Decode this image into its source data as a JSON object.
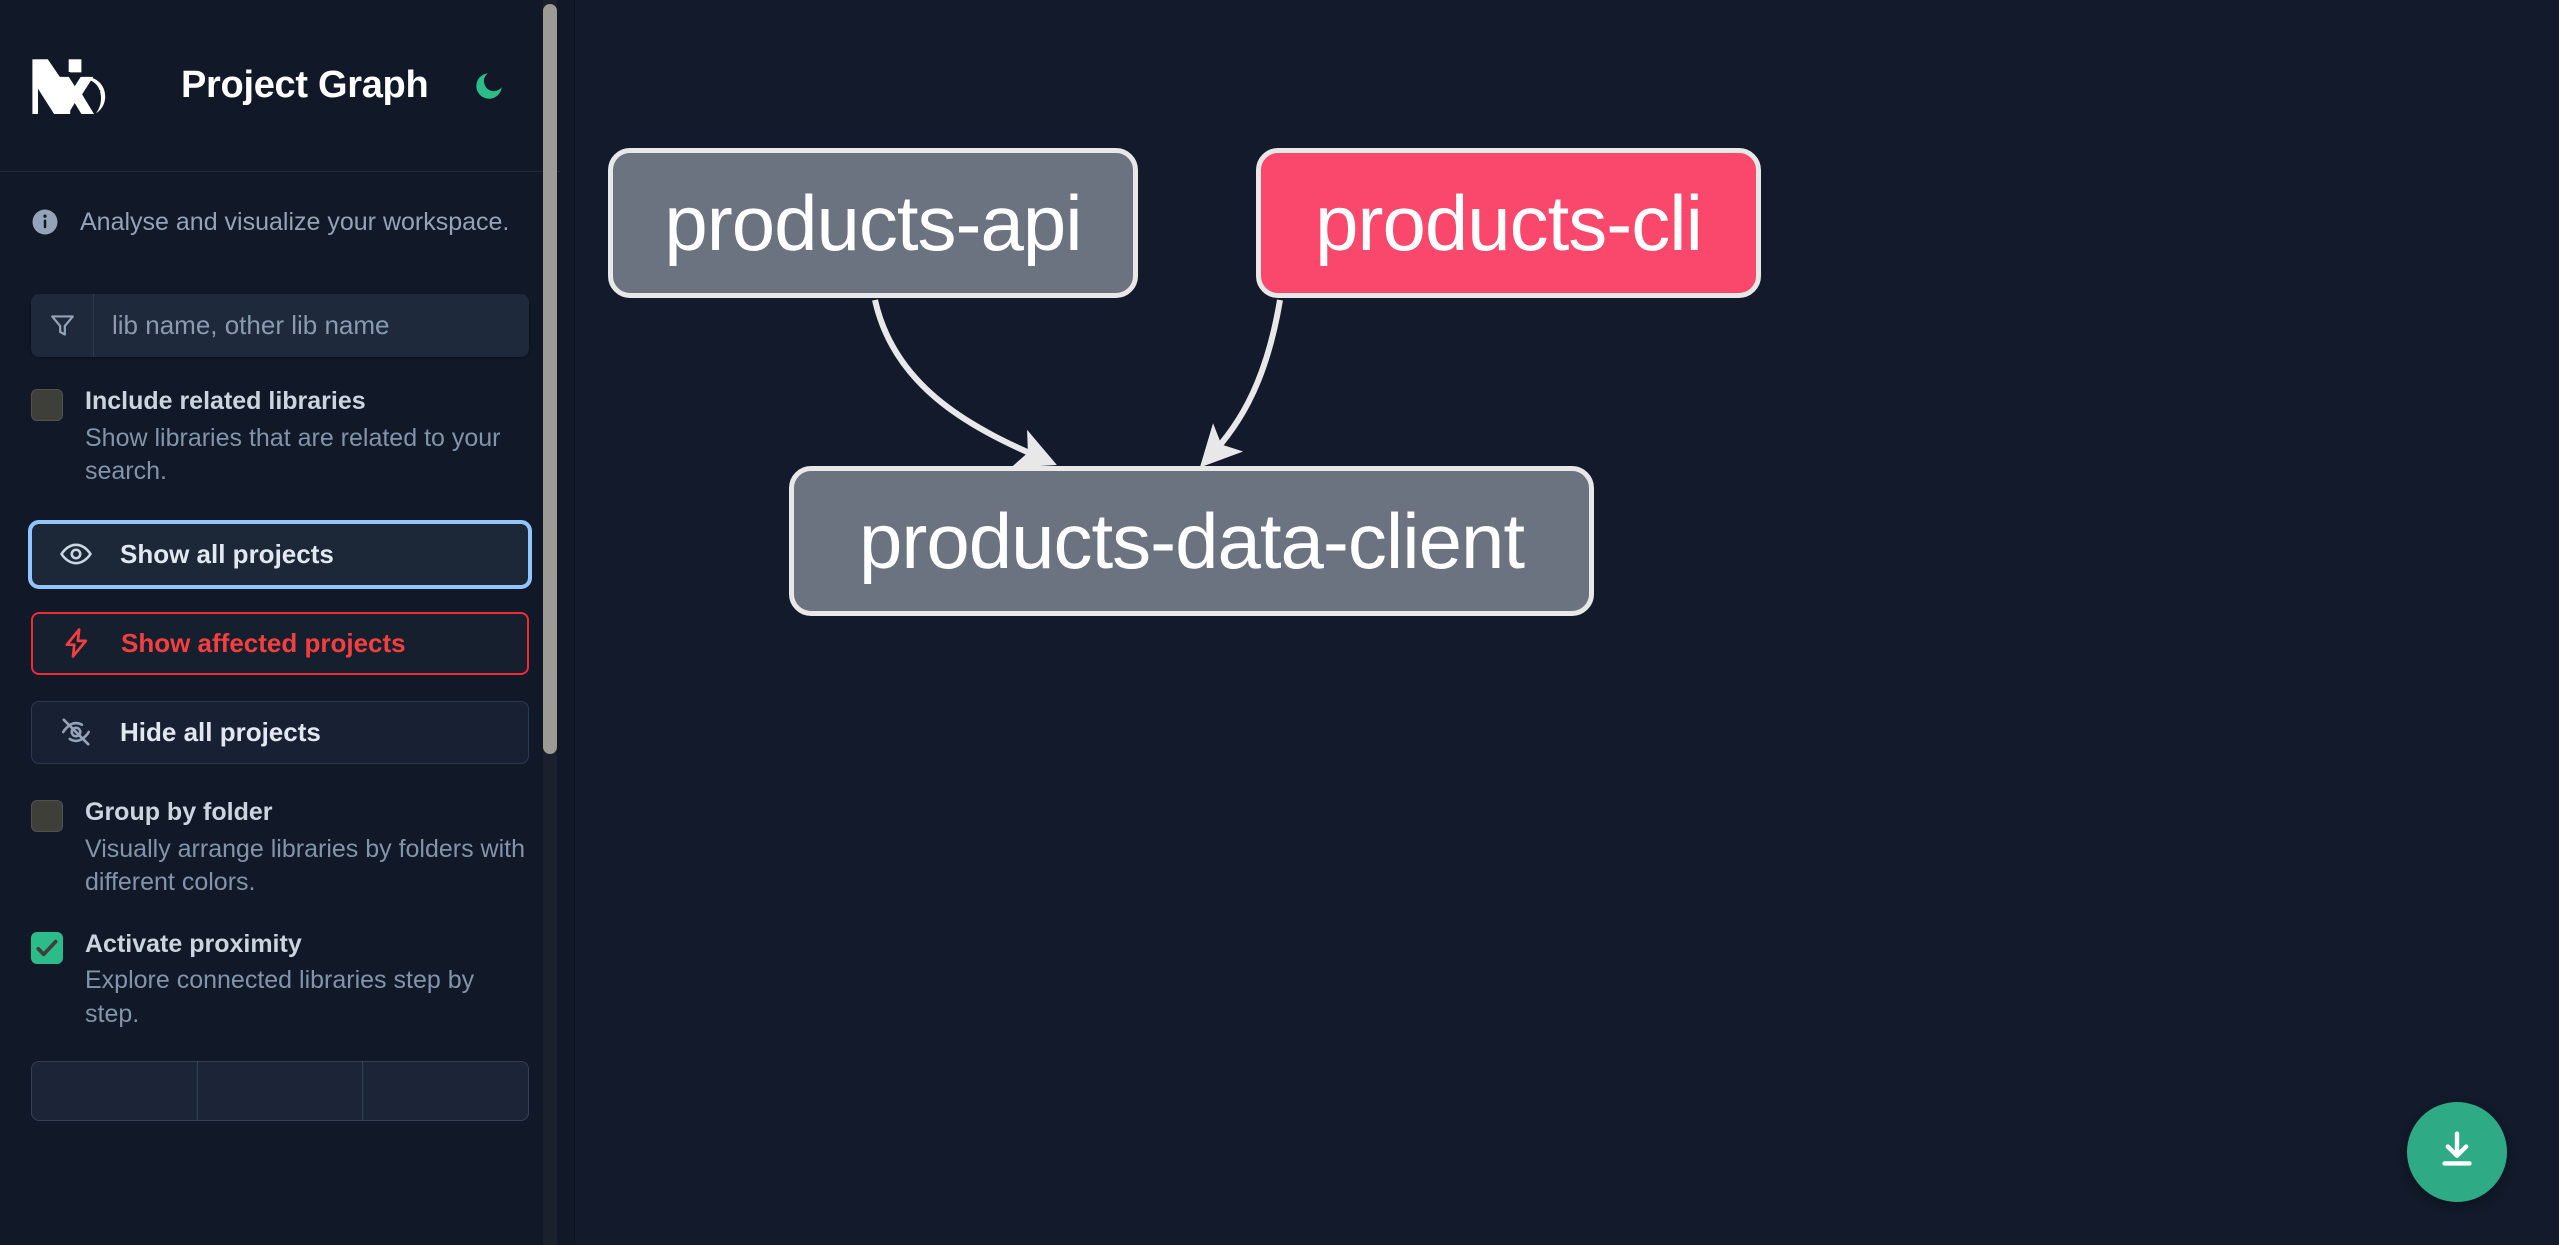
{
  "app": {
    "title": "Project Graph",
    "logo_icon": "nx-logo",
    "theme_toggle_icon": "moon-icon",
    "background": "#121a2b",
    "sidebar_background": "#111827"
  },
  "sidebar": {
    "info_icon": "info-circle-icon",
    "info_text": "Analyse and visualize your workspace.",
    "search": {
      "icon": "filter-funnel-icon",
      "placeholder": "lib name, other lib name",
      "value": ""
    },
    "checkboxes": [
      {
        "id": "include-related-libraries",
        "label": "Include related libraries",
        "description": "Show libraries that are related to your search.",
        "checked": false,
        "color": "#3f3f3a"
      },
      {
        "id": "group-by-folder",
        "label": "Group by folder",
        "description": "Visually arrange libraries by folders with different colors.",
        "checked": false,
        "color": "#3f3f3a"
      },
      {
        "id": "activate-proximity",
        "label": "Activate proximity",
        "description": "Explore connected libraries step by step.",
        "checked": true,
        "color": "#2bbc8a"
      }
    ],
    "buttons": [
      {
        "id": "show-all-projects",
        "label": "Show all projects",
        "icon": "eye-icon",
        "state": "focused",
        "accent": "#93c5fd"
      },
      {
        "id": "show-affected-projects",
        "label": "Show affected projects",
        "icon": "lightning-bolt-icon",
        "state": "danger",
        "accent": "#f43f3f"
      },
      {
        "id": "hide-all-projects",
        "label": "Hide all projects",
        "icon": "eye-off-icon",
        "state": "default",
        "accent": "#2c3a4f"
      }
    ],
    "segmented_control": [
      {
        "id": "seg-1",
        "label": ""
      },
      {
        "id": "seg-2",
        "label": ""
      },
      {
        "id": "seg-3",
        "label": ""
      }
    ],
    "scrollbar": {
      "thumb_color": "#9b9b93",
      "track_color": "#1a202c"
    }
  },
  "graph": {
    "download_button": {
      "icon": "download-icon",
      "color": "#2eaa85"
    },
    "nodes": [
      {
        "id": "products-api",
        "label": "products-api",
        "color": "#6b7280",
        "type": "normal"
      },
      {
        "id": "products-cli",
        "label": "products-cli",
        "color": "#f9486b",
        "type": "affected"
      },
      {
        "id": "products-data-client",
        "label": "products-data-client",
        "color": "#6b7280",
        "type": "normal"
      }
    ],
    "edges": [
      {
        "from": "products-api",
        "to": "products-data-client",
        "color": "#e8e8e8"
      },
      {
        "from": "products-cli",
        "to": "products-data-client",
        "color": "#e8e8e8"
      }
    ]
  }
}
